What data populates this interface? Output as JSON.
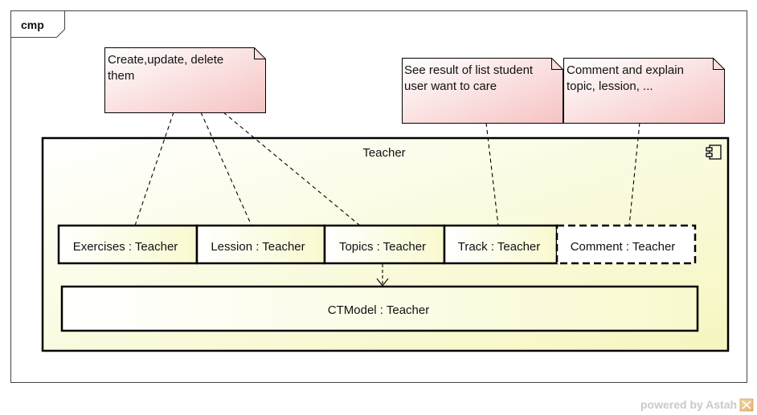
{
  "frame": {
    "label": "cmp"
  },
  "container": {
    "label": "Teacher"
  },
  "notes": {
    "crud": {
      "lines": [
        "Create,update, delete",
        "them"
      ]
    },
    "track": {
      "lines": [
        "See result of list student",
        "user want to care"
      ]
    },
    "comment": {
      "lines": [
        "Comment and explain",
        "topic, lession, ..."
      ]
    }
  },
  "parts": {
    "exercises": "Exercises : Teacher",
    "lession": "Lession : Teacher",
    "topics": "Topics : Teacher",
    "track": "Track : Teacher",
    "comment": "Comment : Teacher",
    "ctmodel": "CTModel : Teacher"
  },
  "watermark": "powered by Astah",
  "colors": {
    "note_fill_start": "#ffffff",
    "note_fill_end": "#f8c8c8",
    "container_fill_start": "#ffffff",
    "container_fill_end": "#f8f8c4",
    "line": "#000000"
  }
}
